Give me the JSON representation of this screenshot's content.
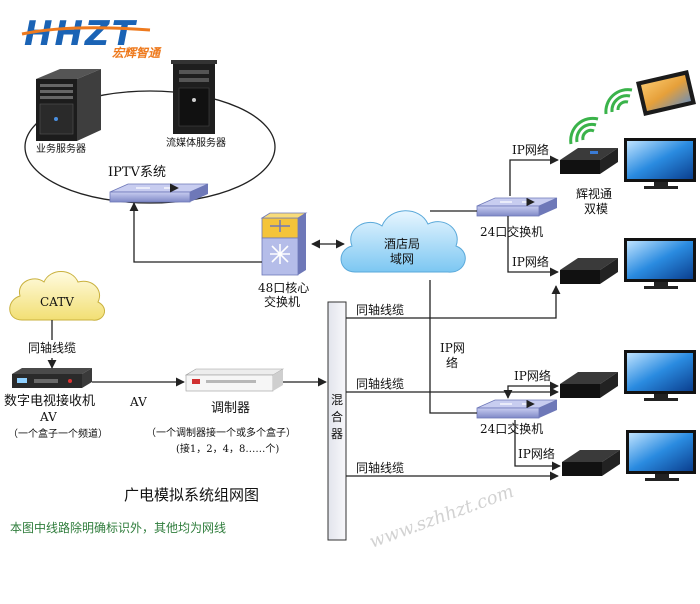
{
  "logo": {
    "letters": "HHZT",
    "company": "宏辉智通"
  },
  "iptv": {
    "system": "IPTV系统",
    "business_server": "业务服务器",
    "streaming_server": "流媒体服务器"
  },
  "core_switch": {
    "line1": "48口核心",
    "line2": "交换机"
  },
  "lan": {
    "line1": "酒店局",
    "line2": "域网"
  },
  "switch_top": "24口交换机",
  "switch_bottom": "24口交换机",
  "ip_network": "IP网络",
  "ip_net_vertical": {
    "line1": "IP网",
    "line2": "络"
  },
  "coax": "同轴线缆",
  "catv": "CATV",
  "receiver": {
    "line1": "数字电视接收机",
    "line2": "AV",
    "line3": "（一个盒子一个频道）"
  },
  "av": "AV",
  "modulator": {
    "name": "调制器",
    "note1": "（一个调制器接一个或多个盒子）",
    "note2": "(接1，2，4，8……个)"
  },
  "mixer": {
    "c1": "混",
    "c2": "合",
    "c3": "器"
  },
  "dual_mode": {
    "line1": "辉视通",
    "line2": "双模"
  },
  "caption": "广电模拟系统组网图",
  "note": "本图中线路除明确标识外，其他均为网线",
  "watermark": "www.szhhzt.com",
  "colors": {
    "logo_blue": "#1a63b5",
    "logo_orange": "#ee7a1e",
    "note_green": "#2f7d3c",
    "device_black": "#151515",
    "switch_blue": "#7f89c7"
  }
}
